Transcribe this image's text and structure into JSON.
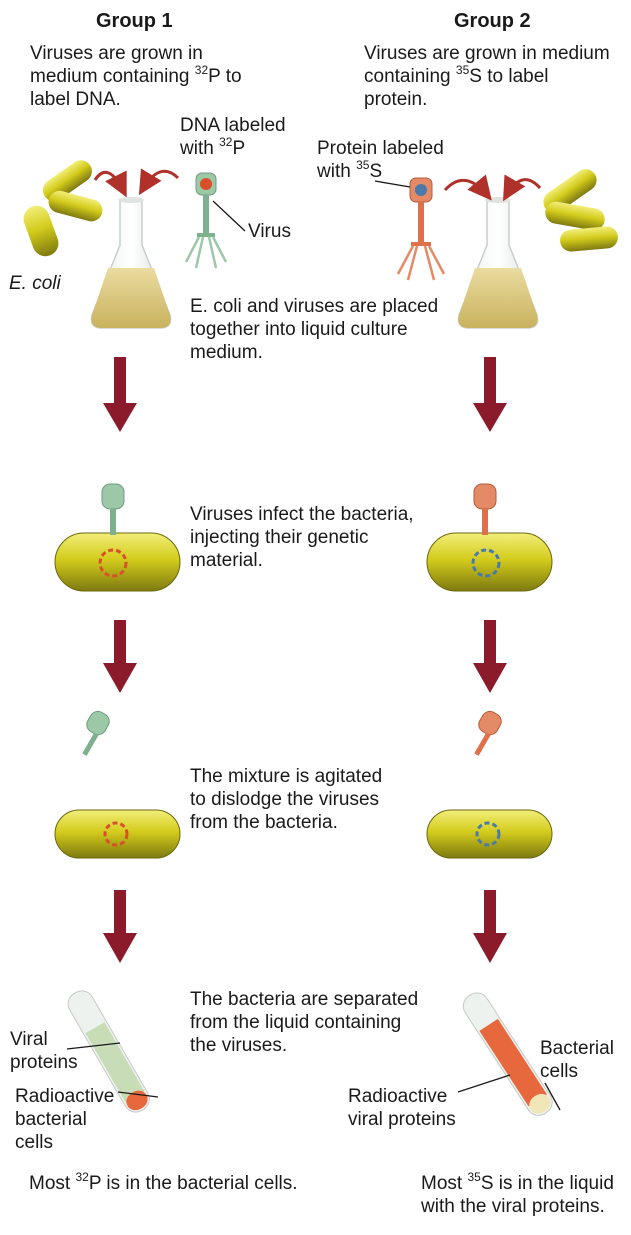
{
  "groups": {
    "g1": {
      "title": "Group 1",
      "intro": [
        "Viruses are grown in",
        "medium containing ",
        "32",
        "P to",
        "label DNA."
      ],
      "dna_label": [
        "DNA labeled",
        "with ",
        "32",
        "P"
      ],
      "virus_label": "Virus",
      "ecoli_label": "E. coli",
      "tube_top_label": [
        "Viral",
        "proteins"
      ],
      "tube_bottom_label": [
        "Radioactive",
        "bacterial",
        "cells"
      ],
      "result": [
        "Most ",
        "32",
        "P is in the bacterial cells."
      ]
    },
    "g2": {
      "title": "Group 2",
      "intro": [
        "Viruses are grown in medium",
        "containing ",
        "35",
        "S to label",
        "protein."
      ],
      "protein_label": [
        "Protein labeled",
        "with ",
        "35",
        "S"
      ],
      "tube_top_label": [
        "Bacterial",
        "cells"
      ],
      "tube_bottom_label": [
        "Radioactive",
        "viral proteins"
      ],
      "result": [
        "Most ",
        "35",
        "S is in the liquid",
        "with the viral proteins."
      ]
    }
  },
  "steps": [
    {
      "text": [
        "E. coli and viruses are placed",
        "together into liquid culture",
        "medium."
      ]
    },
    {
      "text": [
        "Viruses infect the bacteria,",
        "injecting their genetic",
        "material."
      ]
    },
    {
      "text": [
        "The mixture is agitated",
        "to dislodge the viruses",
        "from the bacteria."
      ]
    },
    {
      "text": [
        "The bacteria are separated",
        "from the liquid containing",
        "the viruses."
      ]
    }
  ],
  "colors": {
    "arrow": "#8b1a2b",
    "bacterium": "#c8c21a",
    "flask_liquid": "#d8c57a",
    "virus_green": "#8fbf9f",
    "virus_orange": "#e0704a",
    "dna_red": "#d8502a",
    "dna_blue": "#4a7aa8"
  },
  "icons": [
    "ecoli-icon",
    "flask-icon",
    "bacteriophage-icon",
    "bacterium-icon",
    "test-tube-icon",
    "down-arrow-icon"
  ]
}
